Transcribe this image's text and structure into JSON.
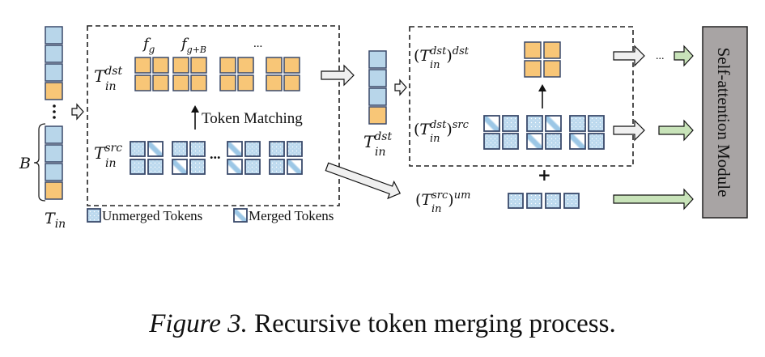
{
  "colors": {
    "blue_token": "#b8d6ea",
    "orange_token": "#f8c677",
    "token_border": "#3a4a6b",
    "dotted_fill": "#bcd9ee",
    "white_arrow_fill": "#f0f0f0",
    "green_arrow_fill": "#c8e3b9",
    "module_fill": "#a8a4a4",
    "module_border": "#222222",
    "dash": "#222222"
  },
  "input": {
    "label_base": "T",
    "label_sub": "in",
    "batch_label": "B",
    "ellipsis": "⋮",
    "column_tokens": [
      "blue",
      "blue",
      "blue",
      "orange"
    ],
    "batch_tokens": [
      "blue",
      "blue",
      "blue",
      "orange"
    ]
  },
  "stage1": {
    "dst_label": {
      "base": "T",
      "sup": "dst",
      "sub": "in"
    },
    "src_label": {
      "base": "T",
      "sup": "src",
      "sub": "in"
    },
    "group_labels": [
      {
        "base": "f",
        "sub": "g"
      },
      {
        "base": "f",
        "sub": "g+B"
      },
      {
        "text": "..."
      }
    ],
    "token_matching_label": "Token Matching",
    "src_ellipsis": "...",
    "src_groups": [
      [
        [
          "unmerged",
          "merged"
        ],
        [
          "unmerged",
          "unmerged"
        ]
      ],
      [
        [
          "unmerged",
          "unmerged"
        ],
        [
          "merged",
          "unmerged"
        ]
      ],
      [
        [
          "merged",
          "unmerged"
        ],
        [
          "merged",
          "unmerged"
        ]
      ],
      [
        [
          "unmerged",
          "unmerged"
        ],
        [
          "unmerged",
          "merged"
        ]
      ]
    ],
    "dst_group_count": 4
  },
  "intermediate": {
    "label": {
      "base": "T",
      "sup": "dst",
      "sub": "in"
    },
    "tokens": [
      "blue",
      "blue",
      "blue",
      "orange"
    ]
  },
  "stage2": {
    "dst_label": {
      "open": "(",
      "base": "T",
      "sup_inner": "dst",
      "sub": "in",
      "close": ")",
      "sup_outer": "dst"
    },
    "src_label": {
      "open": "(",
      "base": "T",
      "sup_inner": "dst",
      "sub": "in",
      "close": ")",
      "sup_outer": "src"
    },
    "src_groups": [
      [
        [
          "merged",
          "unmerged"
        ],
        [
          "unmerged",
          "unmerged"
        ]
      ],
      [
        [
          "unmerged",
          "merged"
        ],
        [
          "merged",
          "unmerged"
        ]
      ],
      [
        [
          "unmerged",
          "unmerged"
        ],
        [
          "merged",
          "unmerged"
        ]
      ]
    ],
    "plus": "+",
    "um_label": {
      "open": "(",
      "base": "T",
      "sup_inner": "src",
      "sub": "in",
      "close": ")",
      "sup_outer": "um"
    },
    "um_tokens": [
      "unmerged",
      "unmerged",
      "unmerged",
      "unmerged"
    ],
    "ellipsis": "..."
  },
  "module": {
    "label": "Self-attention Module"
  },
  "legend": {
    "unmerged": "Unmerged Tokens",
    "merged": "Merged Tokens"
  },
  "caption": {
    "prefix": "Figure 3.",
    "text": "Recursive token merging process."
  }
}
